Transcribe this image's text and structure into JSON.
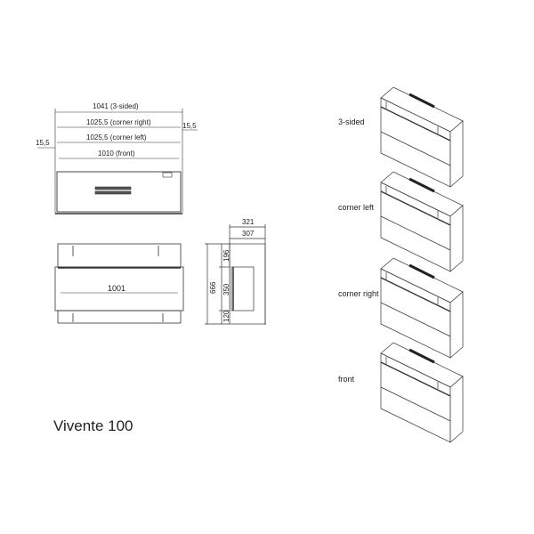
{
  "title": "Vivente 100",
  "top_view": {
    "dims": {
      "three_sided": "1041  (3-sided)",
      "corner_right": "1025,5  (corner right)",
      "corner_left": "1025,5  (corner left)",
      "front": "1010  (front)",
      "offset_right": "15,5",
      "offset_left": "15,5"
    }
  },
  "front_view": {
    "width": "1001"
  },
  "side_view": {
    "depth_outer": "321",
    "depth_inner": "307",
    "height_total": "666",
    "height_top": "196",
    "height_opening": "350",
    "height_bottom": "120"
  },
  "variants": [
    {
      "label": "3-sided"
    },
    {
      "label": "corner left"
    },
    {
      "label": "corner right"
    },
    {
      "label": "front"
    }
  ]
}
